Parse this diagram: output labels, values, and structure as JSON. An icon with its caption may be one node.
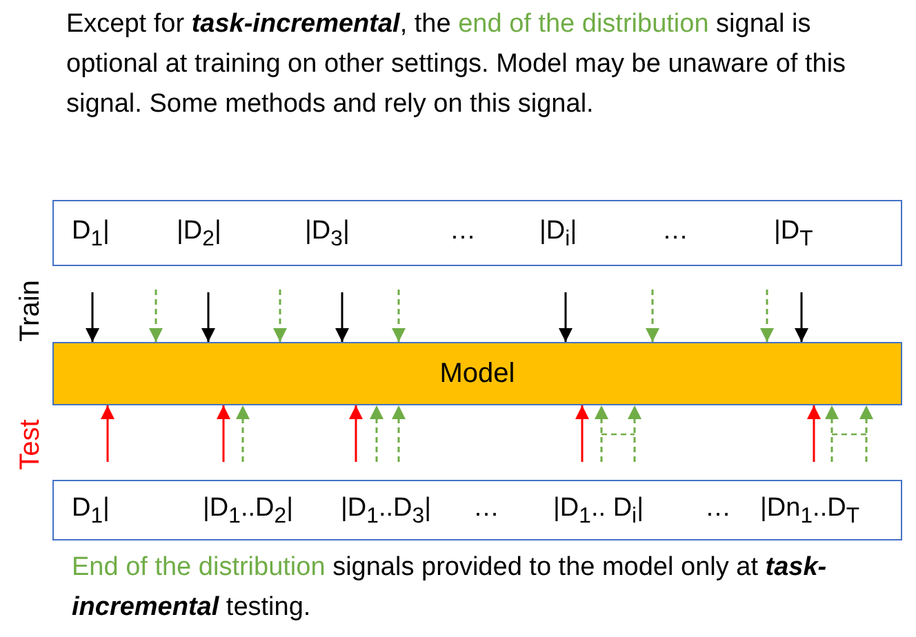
{
  "diagram": {
    "nodes": [
      {
        "text": [
          "D$_{1}$|",
          "|D$_{2}$|",
          "|D$_{3}$|",
          "…",
          "|D$_{i}$|",
          "…",
          "|D$_{T}$"
        ]
      },
      {
        "text": [
          "Model"
        ]
      },
      {
        "text": [
          "D$_{1}$|",
          "|D$_{1}$..D$_{2}$|",
          "|D$_{1}$..D$_{3}$|",
          "…",
          "|D$_{1}$.. D$_{i}$|",
          "…",
          "|Dn$_{1}$..D$_{T}$"
        ]
      }
    ],
    "edges": [
      {
        "from": null,
        "to": 1,
        "arrow": "to",
        "color": "#000000"
      },
      {
        "from": null,
        "to": 1,
        "arrow": "to",
        "style": "dashed"
      },
      {
        "from": null,
        "to": 1,
        "arrow": "to",
        "color": "#000000"
      },
      {
        "from": null,
        "to": 1,
        "arrow": "to",
        "style": "dashed"
      },
      {
        "from": null,
        "to": 1,
        "arrow": "to",
        "color": "#000000"
      },
      {
        "from": null,
        "to": 1,
        "arrow": "to",
        "style": "dashed"
      },
      {
        "from": null,
        "to": 1,
        "arrow": "to",
        "color": "#000000"
      },
      {
        "from": null,
        "to": 1,
        "arrow": "to",
        "style": "dashed"
      },
      {
        "from": null,
        "to": 1,
        "arrow": "to",
        "style": "dashed"
      },
      {
        "from": null,
        "to": 1,
        "arrow": "to",
        "color": "#000000"
      },
      {
        "from": null,
        "to": 1,
        "arrow": "to",
        "color": "#ff0000"
      },
      {
        "from": null,
        "to": 1,
        "arrow": "to",
        "color": "#ff0000"
      },
      {
        "from": null,
        "to": 1,
        "arrow": "to",
        "style": "dashed"
      },
      {
        "from": null,
        "to": 1,
        "arrow": "to",
        "color": "#ff0000"
      },
      {
        "from": null,
        "to": 1,
        "arrow": "to",
        "style": "dashed"
      },
      {
        "from": null,
        "to": 1,
        "arrow": "to",
        "style": "dashed"
      },
      {
        "from": null,
        "to": 1,
        "arrow": "to",
        "color": "#ff0000"
      },
      {
        "from": null,
        "to": 1,
        "arrow": "to",
        "style": "dashed"
      },
      {
        "from": null,
        "to": 1,
        "arrow": "to",
        "style": "dashed"
      },
      {
        "from": null,
        "to": 1,
        "arrow": "to",
        "color": "#ff0000"
      },
      {
        "from": null,
        "to": 1,
        "arrow": "to",
        "style": "dashed"
      },
      {
        "from": null,
        "to": 1,
        "arrow": "to",
        "style": "dashed"
      }
    ],
    "labels": [
      "Except for **task-incremental**, the",
      "end of the distribution",
      "signal is optional at training on other settings. Model may be unaware of this signal. Some methods and rely on this signal.",
      "Train",
      "Test",
      "End of the distribution",
      "signals provided to the model only at **task-incremental** testing."
    ]
  }
}
